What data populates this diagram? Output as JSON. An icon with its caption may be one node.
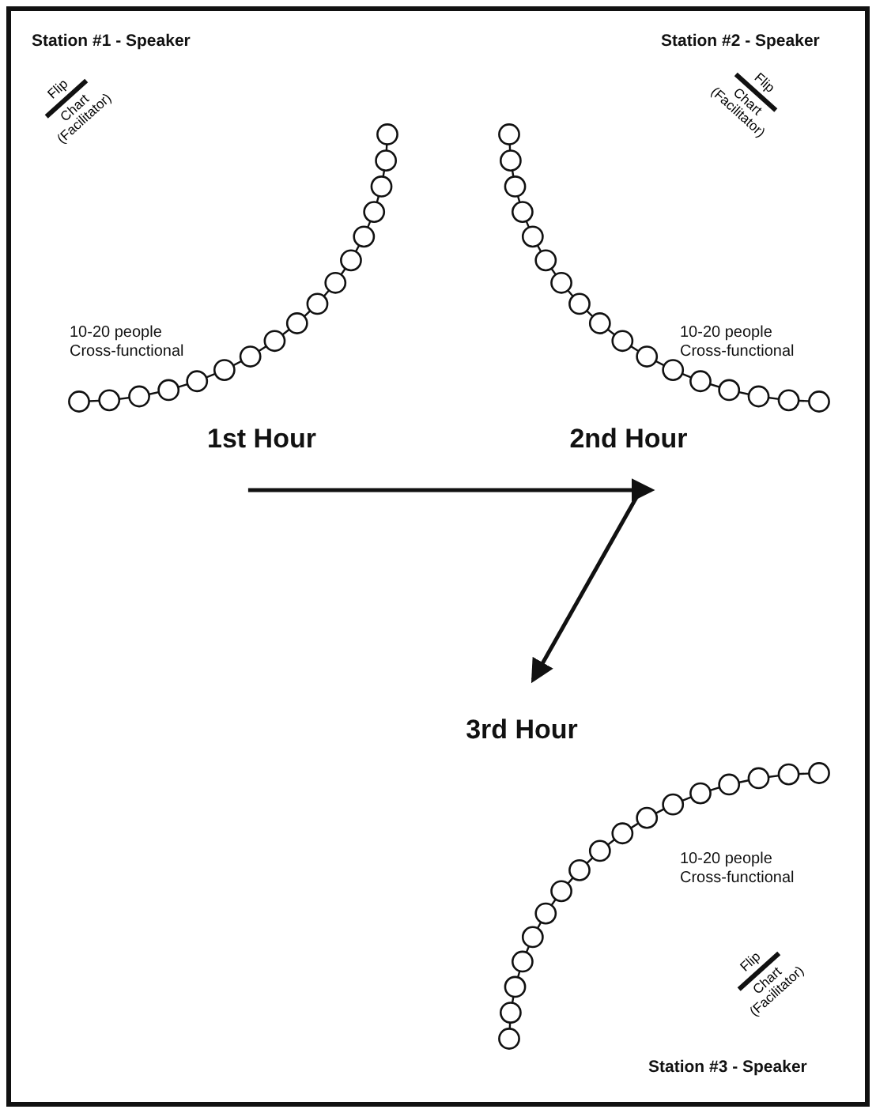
{
  "diagram": {
    "nodes": [
      {
        "text": [
          "1st Hour"
        ]
      },
      {
        "text": [
          "2nd Hour"
        ]
      },
      {
        "text": [
          "3rd Hour"
        ]
      }
    ],
    "edges": [
      {
        "from": 0,
        "to": 1,
        "arrow": "to"
      },
      {
        "from": 1,
        "to": 2,
        "arrow": "to"
      }
    ],
    "labels": [
      "Station #1 - Speaker",
      "Station #2 - Speaker",
      "Flip",
      "Chart (Facilitator)",
      "Flip",
      "Chart (Facilitator)",
      "10-20 people Cross-functional",
      "10-20 people Cross-functional",
      "10-20 people Cross-functional",
      "Flip",
      "Chart (Facilitator)",
      "Station #3 - Speaker"
    ]
  }
}
